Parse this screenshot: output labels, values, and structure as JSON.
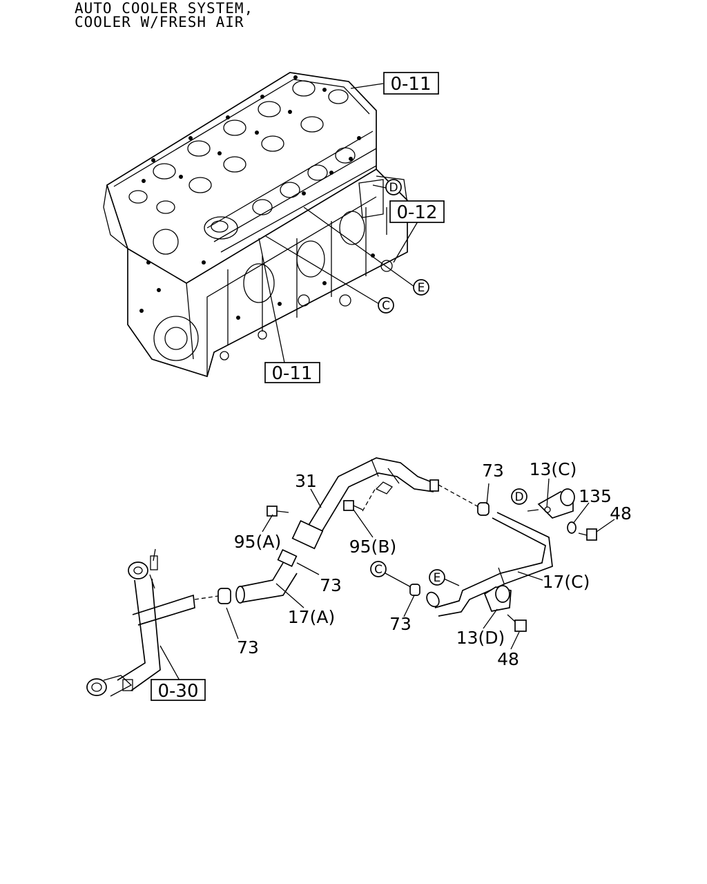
{
  "title": {
    "line1": "AUTO COOLER SYSTEM,",
    "line2": "COOLER W/FRESH AIR"
  },
  "references": {
    "ref_top": "0-11",
    "ref_right": "0-12",
    "ref_bottom": "0-11",
    "ref_pipe": "0-30"
  },
  "circled_letters": {
    "d_engine": "D",
    "e_engine": "E",
    "c_engine": "C",
    "d_parts": "D",
    "c_parts": "C",
    "e_parts": "E"
  },
  "part_labels": {
    "p31": "31",
    "p73_a": "73",
    "p13c": "13(C)",
    "p135": "135",
    "p48_a": "48",
    "p95a": "95(A)",
    "p95b": "95(B)",
    "p73_b": "73",
    "p17c": "17(C)",
    "p17a": "17(A)",
    "p73_c": "73",
    "p13d": "13(D)",
    "p73_d": "73",
    "p48_b": "48"
  }
}
